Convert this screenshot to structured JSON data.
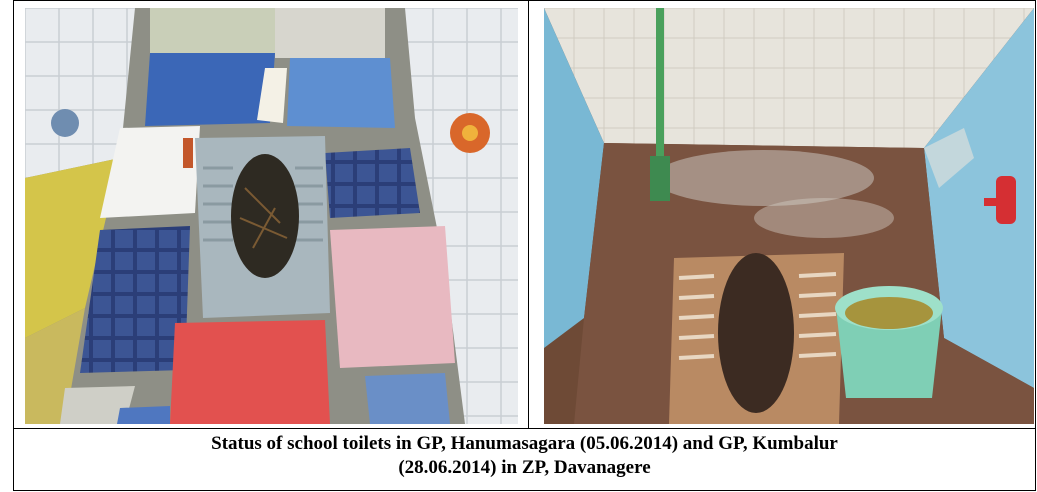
{
  "caption": {
    "line1": "Status of school toilets in GP, Hanumasagara (05.06.2014) and GP, Kumbalur",
    "line2": "(28.06.2014) in ZP, Davanagere"
  },
  "photos": [
    {
      "subject": "school-toilet-hanumasagara"
    },
    {
      "subject": "school-toilet-kumbalur"
    }
  ]
}
